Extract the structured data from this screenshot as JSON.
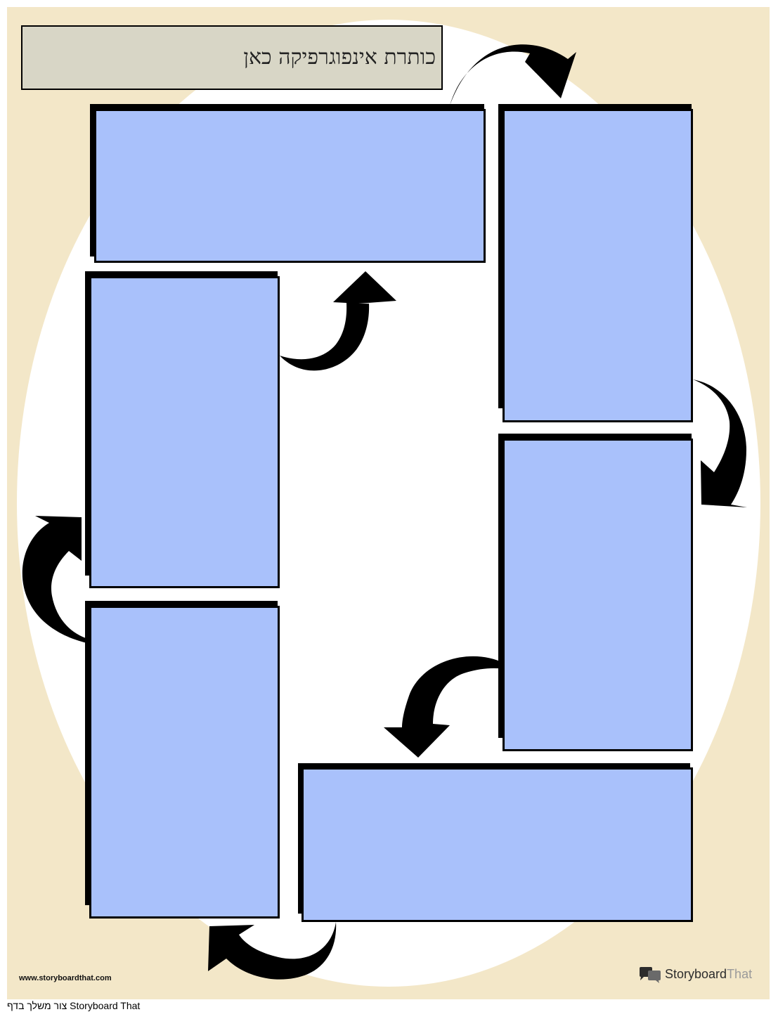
{
  "title": "כותרת אינפוגרפיקה כאן",
  "website": "www.storyboardthat.com",
  "brand": {
    "main": "Storyboard",
    "accent": "That"
  },
  "credit": {
    "prefix": "צור משלך בדף",
    "brand": "Storyboard That"
  },
  "panels": [
    {
      "id": 1,
      "text": ""
    },
    {
      "id": 2,
      "text": ""
    },
    {
      "id": 3,
      "text": ""
    },
    {
      "id": 4,
      "text": ""
    },
    {
      "id": 5,
      "text": ""
    },
    {
      "id": 6,
      "text": ""
    },
    {
      "id": 7,
      "text": ""
    }
  ],
  "colors": {
    "background": "#f3e7c8",
    "ellipse": "#ffffff",
    "panel": "#a9c1fb",
    "title_box": "#d8d6c6",
    "arrow": "#000000"
  },
  "icons": [
    "curved-arrow-icon",
    "speech-bubble-logo-icon"
  ]
}
